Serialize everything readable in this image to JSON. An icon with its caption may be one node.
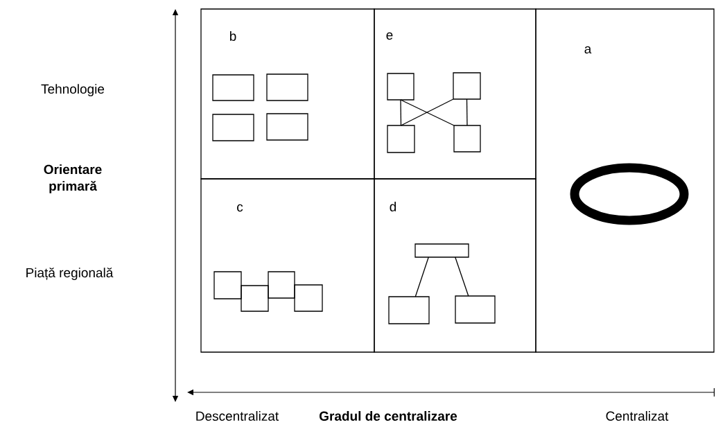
{
  "diagram": {
    "nodes": [
      {
        "text": [
          "b"
        ]
      },
      {
        "text": [],
        "shape": "box",
        "in": 0
      },
      {
        "text": [],
        "shape": "box",
        "in": 0
      },
      {
        "text": [],
        "shape": "box",
        "in": 0
      },
      {
        "text": [],
        "shape": "box",
        "in": 0
      },
      {
        "text": [
          "e"
        ]
      },
      {
        "text": [],
        "shape": "box",
        "in": 5
      },
      {
        "text": [],
        "shape": "box",
        "in": 5
      },
      {
        "text": [],
        "shape": "box",
        "in": 5
      },
      {
        "text": [],
        "shape": "box",
        "in": 5
      },
      {
        "text": [
          "a"
        ]
      },
      {
        "text": [],
        "shape": "ellipse",
        "in": 10
      },
      {
        "text": [
          "c"
        ]
      },
      {
        "text": [],
        "shape": "box",
        "in": 12
      },
      {
        "text": [],
        "shape": "box",
        "in": 12
      },
      {
        "text": [],
        "shape": "box",
        "in": 12
      },
      {
        "text": [],
        "shape": "box",
        "in": 12
      },
      {
        "text": [
          "d"
        ]
      },
      {
        "text": [],
        "shape": "box",
        "in": 17
      },
      {
        "text": [],
        "shape": "box",
        "in": 17
      },
      {
        "text": [],
        "shape": "box",
        "in": 17
      }
    ],
    "edges": [
      {
        "from": 6,
        "to": 8,
        "arrow": "none"
      },
      {
        "from": 7,
        "to": 9,
        "arrow": "none"
      },
      {
        "from": 6,
        "to": 9,
        "arrow": "none"
      },
      {
        "from": 7,
        "to": 8,
        "arrow": "none"
      },
      {
        "from": 18,
        "to": 19,
        "arrow": "none"
      },
      {
        "from": 18,
        "to": 20,
        "arrow": "none"
      }
    ],
    "labels": [
      "Tehnologie",
      "Orientare primară",
      "Piață regională",
      "Descentralizat",
      "Gradul de centralizare",
      "Centralizat"
    ]
  }
}
